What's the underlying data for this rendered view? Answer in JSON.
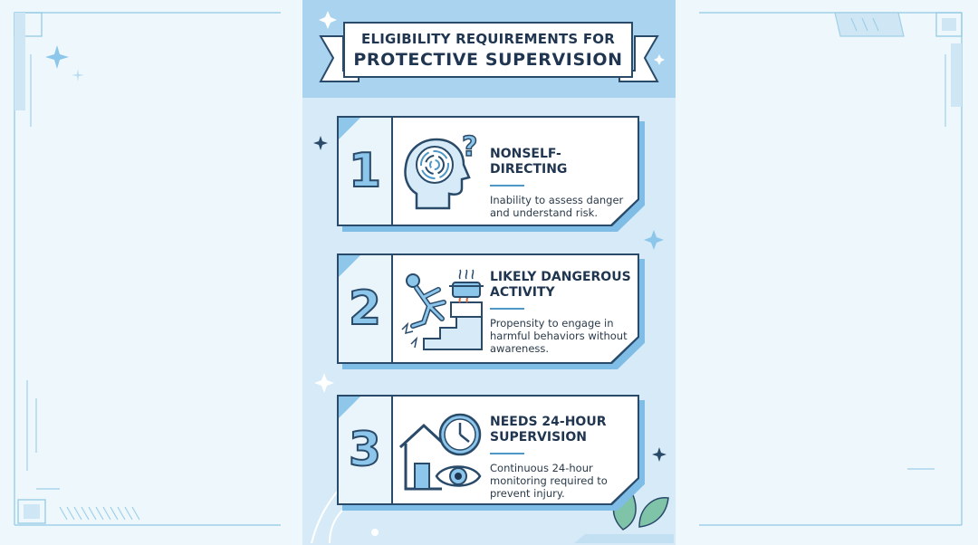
{
  "header": {
    "title_line1": "ELIGIBILITY REQUIREMENTS FOR",
    "title_line2": "PROTECTIVE SUPERVISION"
  },
  "cards": [
    {
      "number": "1",
      "title": "NONSELF-DIRECTING",
      "description": "Inability to assess danger and understand risk.",
      "icon": "head-maze-question-icon"
    },
    {
      "number": "2",
      "title": "LIKELY DANGEROUS ACTIVITY",
      "description": "Propensity to engage in harmful behaviors without awareness.",
      "icon": "falling-person-stove-icon"
    },
    {
      "number": "3",
      "title": "NEEDS 24-HOUR SUPERVISION",
      "description": "Continuous 24-hour monitoring required to prevent injury.",
      "icon": "house-clock-eye-icon"
    }
  ],
  "colors": {
    "accent": "#a9d3ef",
    "navy": "#1f3550",
    "panel": "#d6ebf7"
  }
}
